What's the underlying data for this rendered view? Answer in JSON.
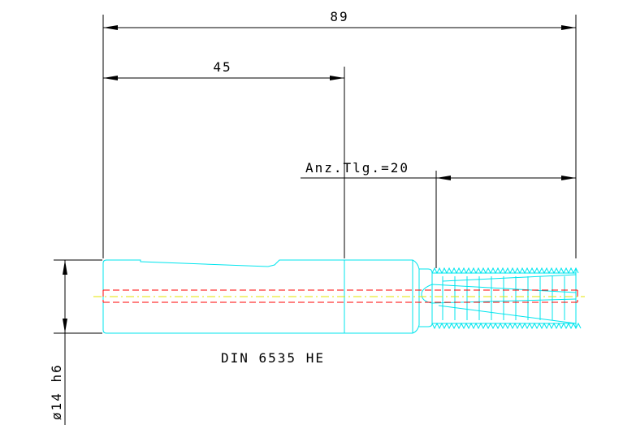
{
  "dimensions": {
    "overall_length": "89",
    "shank_length": "45",
    "thread_count": "Anz.Tlg.=20",
    "diameter": "ø14 h6"
  },
  "standard_label": "DIN 6535 HE",
  "colors": {
    "outline": "#00e5ee",
    "hidden": "#ff0000",
    "centerline": "#e6e600",
    "dimension": "#000000"
  }
}
